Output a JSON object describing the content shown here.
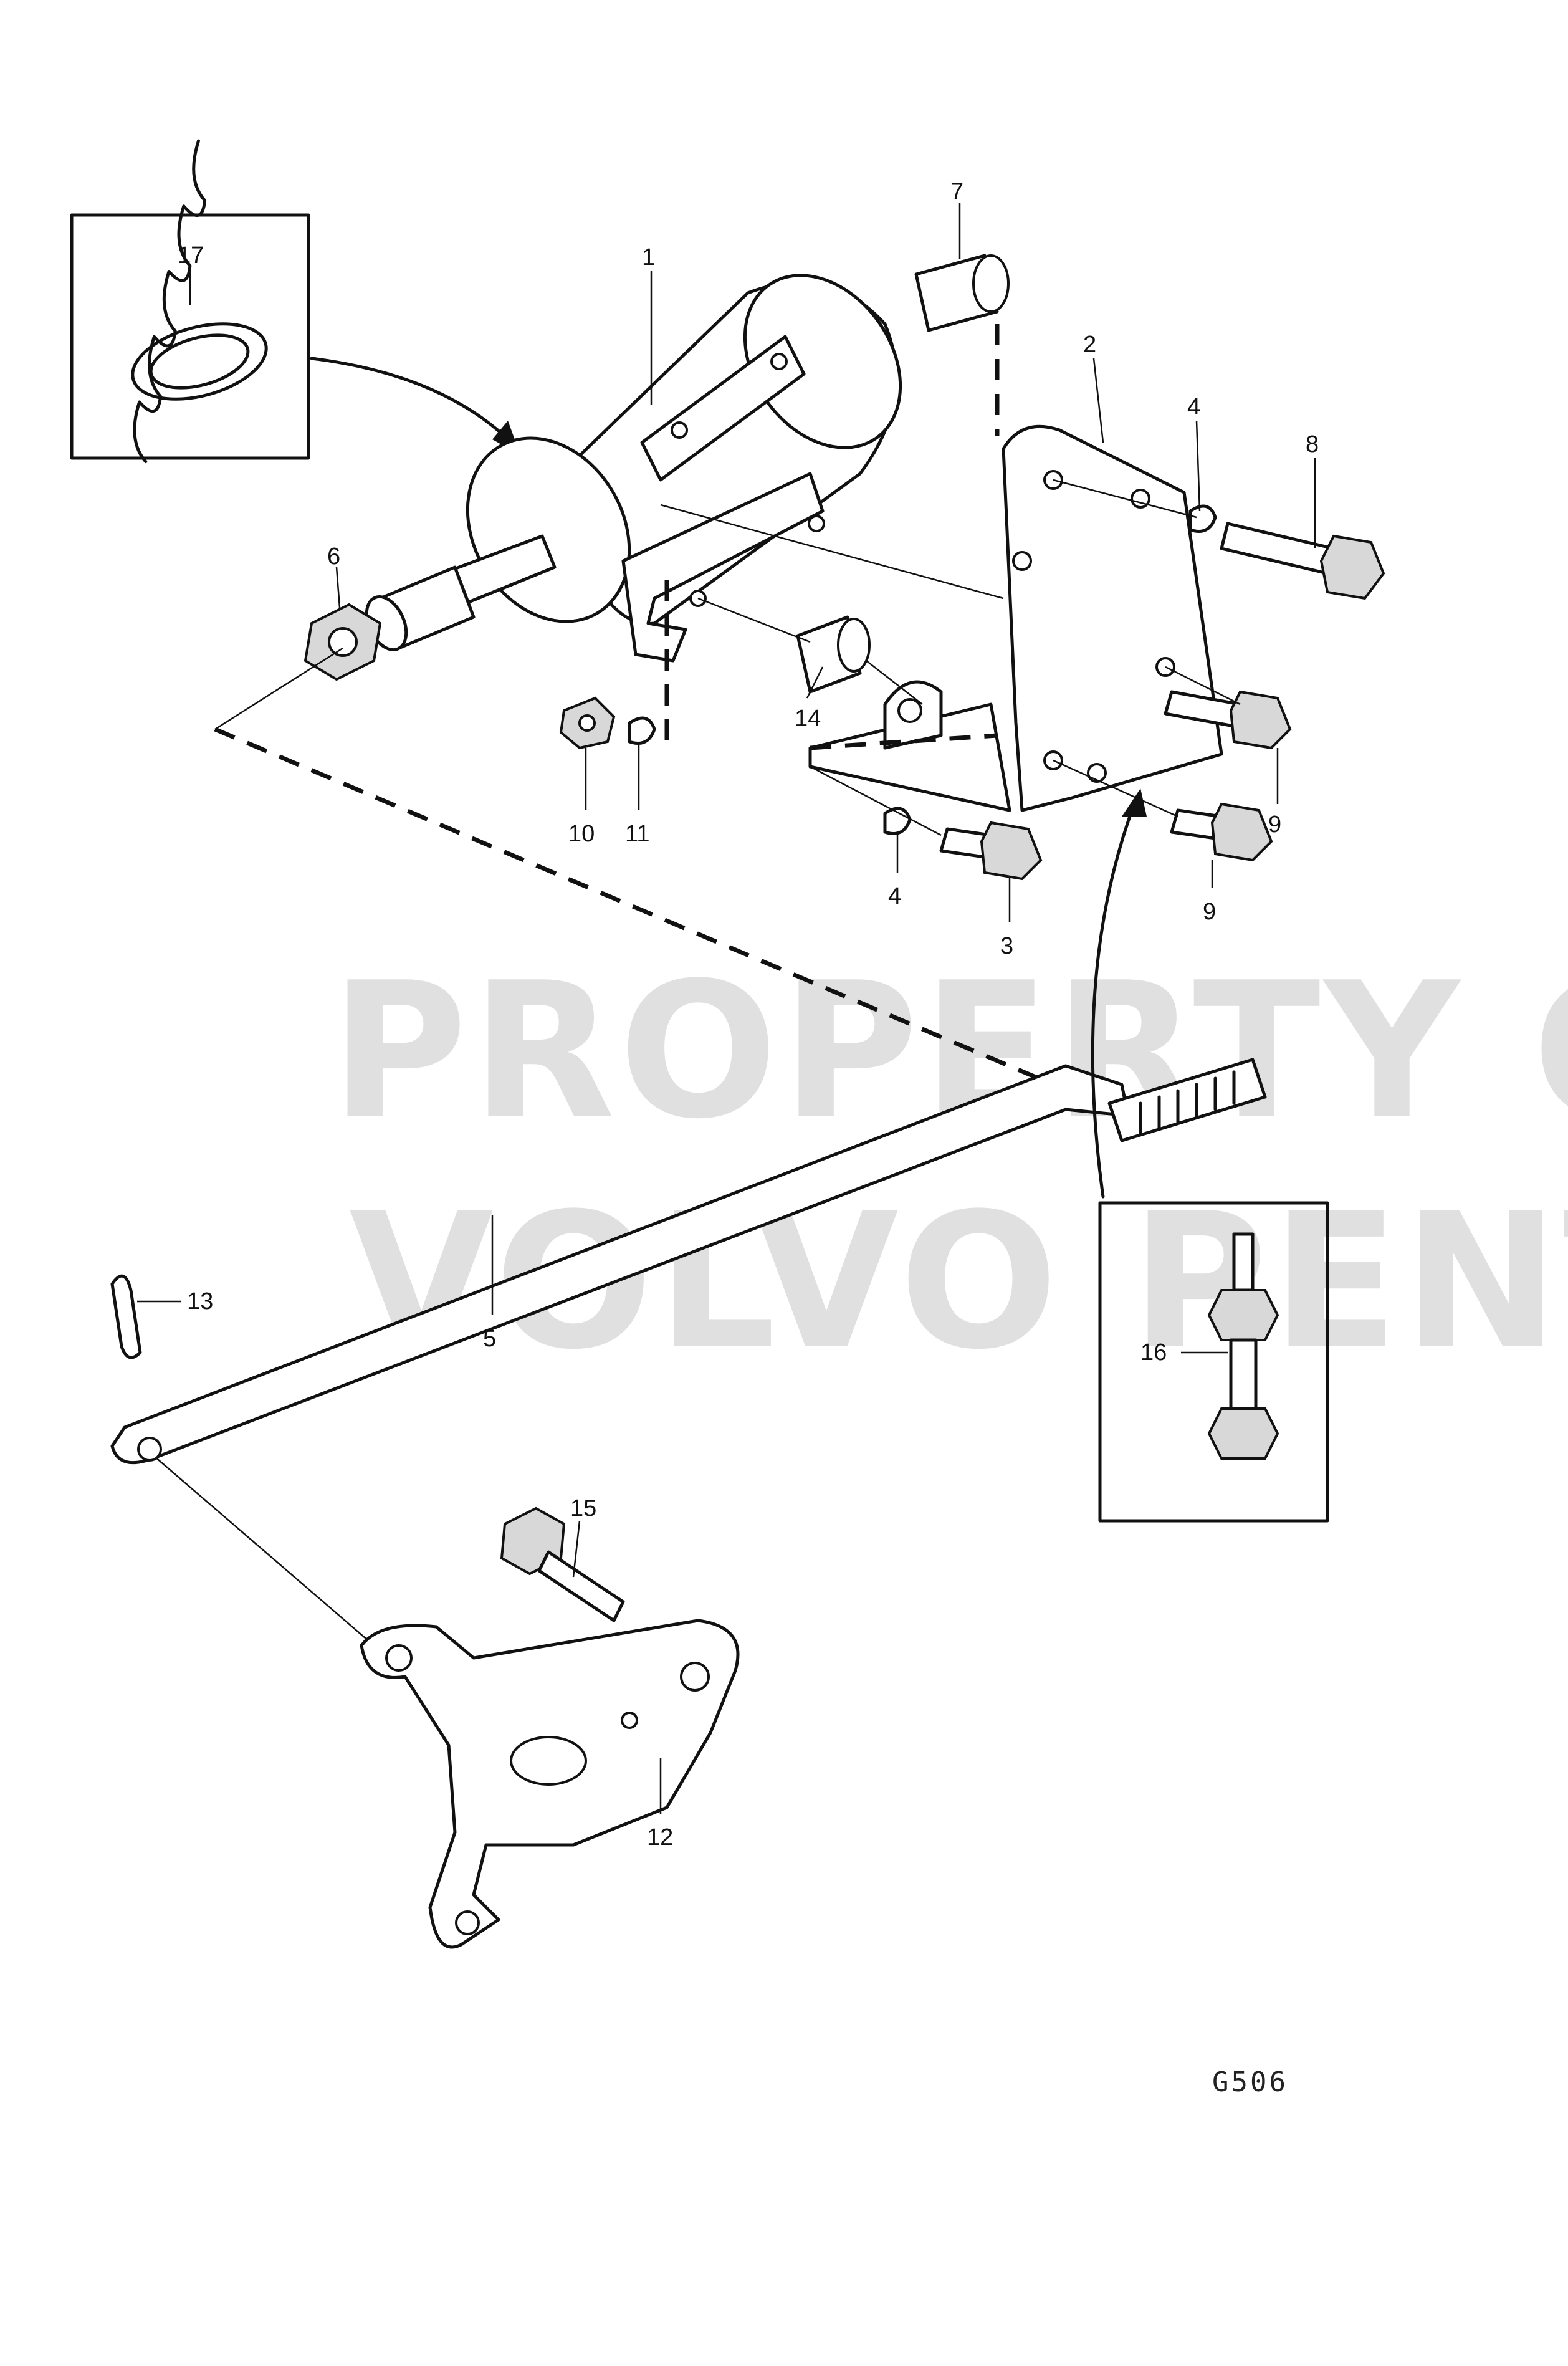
{
  "diagram_code": "G506",
  "watermark": {
    "line1": "PROPERTY OF",
    "line2": "VOLVO PENTA"
  },
  "callouts": [
    "1",
    "2",
    "3",
    "4",
    "4",
    "5",
    "6",
    "7",
    "8",
    "9",
    "9",
    "10",
    "11",
    "12",
    "13",
    "14",
    "15",
    "16",
    "17"
  ],
  "colors": {
    "ink": "#111111",
    "watermark": "#c8c8c8",
    "background": "#ffffff"
  }
}
